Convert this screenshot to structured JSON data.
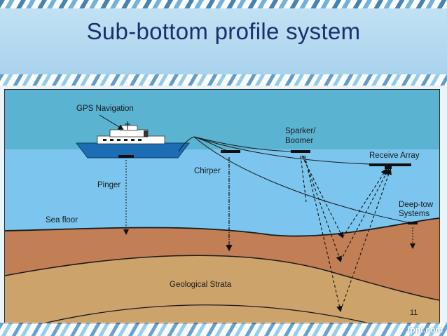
{
  "slide": {
    "title": "Sub-bottom profile system",
    "page_number": "11",
    "logo_text": "fppt.com"
  },
  "diagram": {
    "labels": {
      "gps": "GPS Navigation",
      "sparker_line1": "Sparker/",
      "sparker_line2": "Boomer",
      "receive_array": "Receive Array",
      "chirper": "Chirper",
      "pinger": "Pinger",
      "deep_tow_line1": "Deep-tow",
      "deep_tow_line2": "Systems",
      "sea_floor": "Sea floor",
      "strata": "Geological Strata"
    },
    "colors": {
      "sky": "#5ab3d1",
      "water": "#7cc5ee",
      "sediment": "#c27f55",
      "strata": "#cda36c",
      "ship_hull": "#1c6db3"
    }
  }
}
